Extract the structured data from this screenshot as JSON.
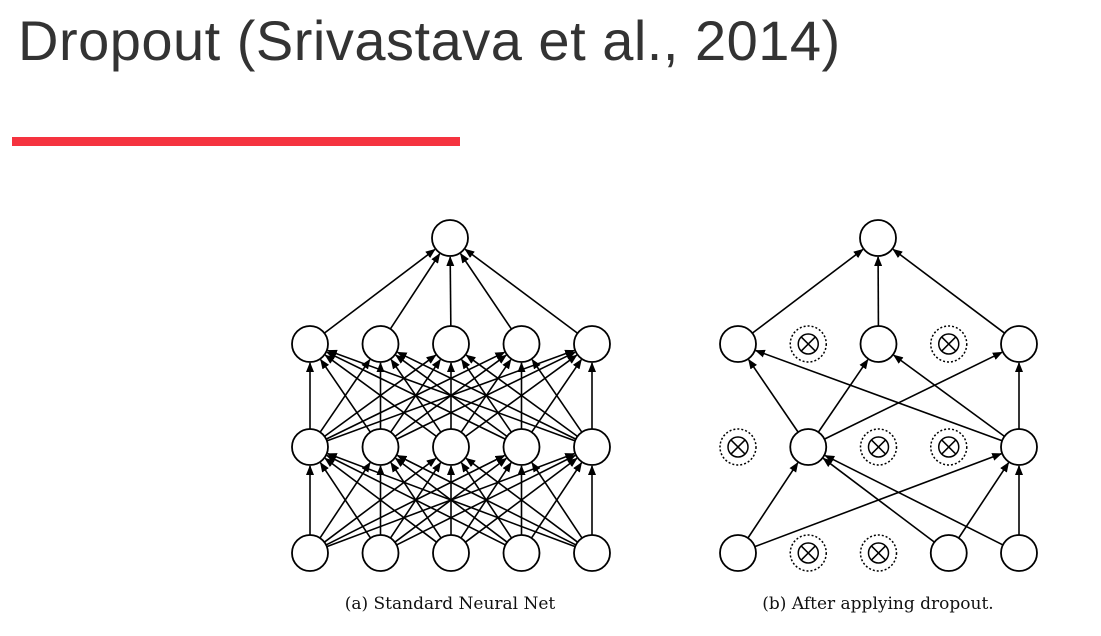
{
  "slide": {
    "title": "Dropout (Srivastava et al., 2014)",
    "accent_color": "#f5333f"
  },
  "diagrams": {
    "standard": {
      "caption": "(a) Standard Neural Net",
      "layers": [
        5,
        5,
        5,
        1
      ],
      "dropped": []
    },
    "dropout": {
      "caption": "(b) After applying dropout.",
      "layers": [
        5,
        5,
        5,
        1
      ],
      "dropped": [
        [
          0,
          1
        ],
        [
          0,
          2
        ],
        [
          1,
          0
        ],
        [
          1,
          2
        ],
        [
          1,
          3
        ],
        [
          2,
          1
        ],
        [
          2,
          3
        ]
      ],
      "edges": [
        [
          [
            0,
            0
          ],
          [
            1,
            1
          ]
        ],
        [
          [
            0,
            0
          ],
          [
            1,
            4
          ]
        ],
        [
          [
            0,
            3
          ],
          [
            1,
            1
          ]
        ],
        [
          [
            0,
            3
          ],
          [
            1,
            4
          ]
        ],
        [
          [
            0,
            4
          ],
          [
            1,
            1
          ]
        ],
        [
          [
            0,
            4
          ],
          [
            1,
            4
          ]
        ],
        [
          [
            1,
            1
          ],
          [
            2,
            0
          ]
        ],
        [
          [
            1,
            1
          ],
          [
            2,
            2
          ]
        ],
        [
          [
            1,
            1
          ],
          [
            2,
            4
          ]
        ],
        [
          [
            1,
            4
          ],
          [
            2,
            0
          ]
        ],
        [
          [
            1,
            4
          ],
          [
            2,
            2
          ]
        ],
        [
          [
            1,
            4
          ],
          [
            2,
            4
          ]
        ],
        [
          [
            2,
            0
          ],
          [
            3,
            0
          ]
        ],
        [
          [
            2,
            2
          ],
          [
            3,
            0
          ]
        ],
        [
          [
            2,
            4
          ],
          [
            3,
            0
          ]
        ]
      ]
    }
  }
}
